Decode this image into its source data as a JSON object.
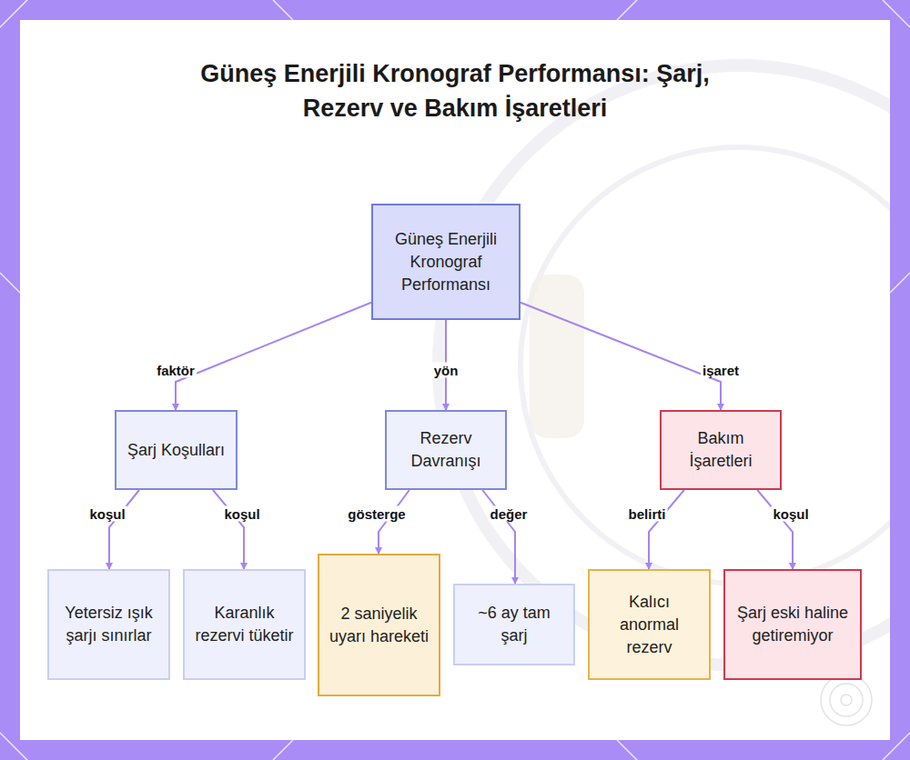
{
  "diagram": {
    "title": "Güneş Enerjili Kronograf Performansı: Şarj, Rezerv ve Bakım İşaretleri",
    "nodes": [
      {
        "text": [
          "Güneş Enerjili Kronograf Performansı"
        ]
      },
      {
        "text": [
          "Şarj Koşulları"
        ]
      },
      {
        "text": [
          "Rezerv Davranışı"
        ]
      },
      {
        "text": [
          "Bakım İşaretleri"
        ]
      },
      {
        "text": [
          "Yetersiz ışık şarjı sınırlar"
        ]
      },
      {
        "text": [
          "Karanlık rezervi tüketir"
        ]
      },
      {
        "text": [
          "2 saniyelik uyarı hareketi"
        ]
      },
      {
        "text": [
          "~6 ay tam şarj"
        ]
      },
      {
        "text": [
          "Kalıcı anormal rezerv"
        ]
      },
      {
        "text": [
          "Şarj eski haline getiremiyor"
        ]
      }
    ],
    "edges": [
      {
        "from": 0,
        "to": 1,
        "label": "faktör",
        "arrow": "to"
      },
      {
        "from": 0,
        "to": 2,
        "label": "yön",
        "arrow": "to"
      },
      {
        "from": 0,
        "to": 3,
        "label": "işaret",
        "arrow": "to"
      },
      {
        "from": 1,
        "to": 4,
        "label": "koşul",
        "arrow": "to"
      },
      {
        "from": 1,
        "to": 5,
        "label": "koşul",
        "arrow": "to"
      },
      {
        "from": 2,
        "to": 6,
        "label": "gösterge",
        "arrow": "to"
      },
      {
        "from": 2,
        "to": 7,
        "label": "değer",
        "arrow": "to"
      },
      {
        "from": 3,
        "to": 8,
        "label": "belirti",
        "arrow": "to"
      },
      {
        "from": 3,
        "to": 9,
        "label": "koşul",
        "arrow": "to"
      }
    ]
  }
}
